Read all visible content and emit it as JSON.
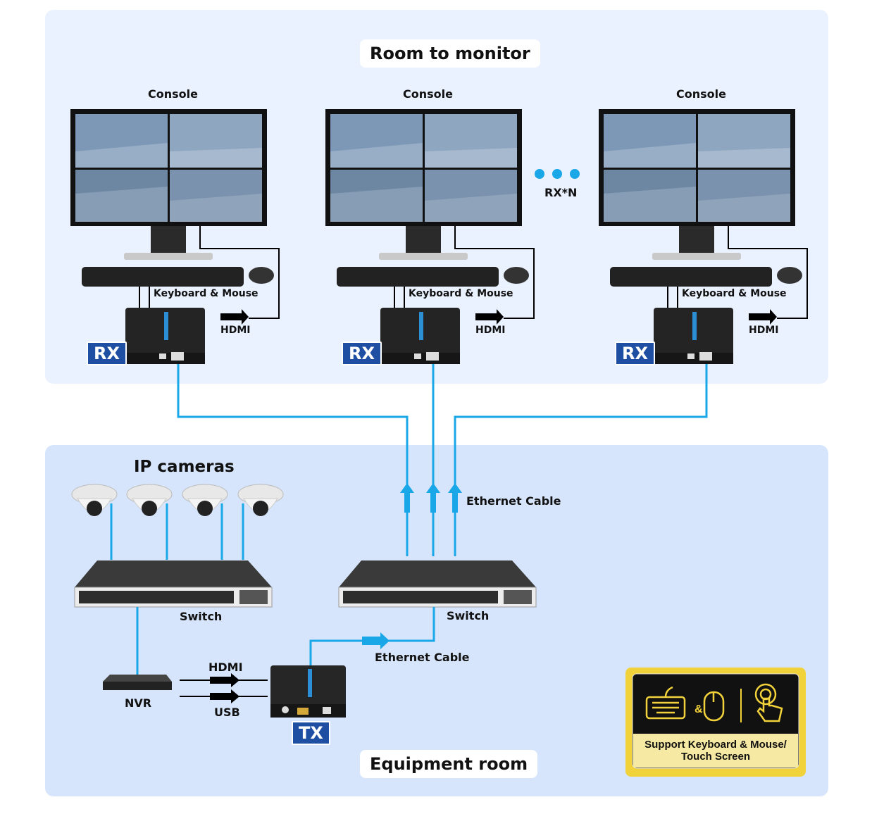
{
  "rooms": {
    "top_title": "Room to monitor",
    "bottom_title": "Equipment room"
  },
  "consoles": [
    {
      "label": "Console",
      "kbm": "Keyboard & Mouse",
      "hdmi": "HDMI",
      "badge": "RX"
    },
    {
      "label": "Console",
      "kbm": "Keyboard & Mouse",
      "hdmi": "HDMI",
      "badge": "RX"
    },
    {
      "label": "Console",
      "kbm": "Keyboard & Mouse",
      "hdmi": "HDMI",
      "badge": "RX"
    }
  ],
  "rx_n": "RX*N",
  "ip_cameras": "IP cameras",
  "switch_left": "Switch",
  "switch_right": "Switch",
  "ethernet_up": "Ethernet Cable",
  "ethernet_down": "Ethernet Cable",
  "nvr": "NVR",
  "nvr_hdmi": "HDMI",
  "nvr_usb": "USB",
  "tx_badge": "TX",
  "support": {
    "line1": "Support Keyboard & Mouse/",
    "line2": "Touch Screen"
  },
  "colors": {
    "cable": "#1aa7e8",
    "badge": "#1f4fa3",
    "room_top": "#eaf1ff",
    "room_bottom": "#d6e5fb",
    "gold": "#f2d23a"
  }
}
